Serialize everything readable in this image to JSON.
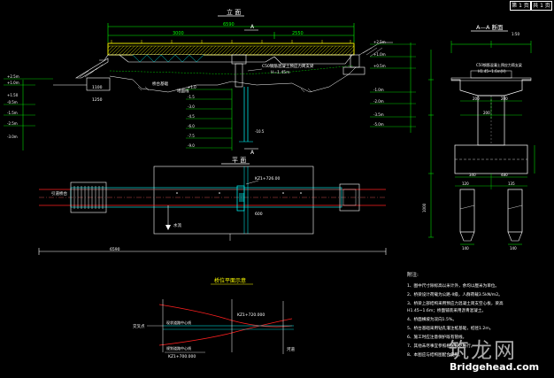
{
  "titleblock": {
    "sheet_a": "第 1 页",
    "sheet_b": "共 1 页"
  },
  "elevation": {
    "title": "立 面",
    "section_mark": "A",
    "dim_total": "6590",
    "dim_left": "3000",
    "dim_right": "2550",
    "dim_base": "1100",
    "dim_pile": "1250",
    "note_pier": "C50钢筋混凝土预应力简支梁",
    "note_pier2": "H=1.45m",
    "note_left": "桥台基础",
    "note_ground": "地面线",
    "elev_left": [
      "+2.5m",
      "+1.0m",
      "+1.50",
      "-0.5m",
      "-1.5m",
      "-2.5m",
      "-3.0m"
    ],
    "elev_center": [
      "+1.0",
      "-1.5",
      "-3.0",
      "-4.5",
      "-6.0",
      "-7.5",
      "-9.0",
      "-10.5"
    ],
    "elev_right": [
      "+2.5m",
      "+1.0m",
      "+0.5m",
      "-1.0m",
      "-2.0m",
      "-3.5m",
      "-5.0m"
    ]
  },
  "section": {
    "title": "A—A 断面",
    "scale": "1:50",
    "note1": "C50钢筋混凝土预应力简支梁",
    "note2": "H1.45~1.6m(H)",
    "dims": [
      "200",
      "200",
      "200",
      "340",
      "480",
      "1000",
      "120",
      "135",
      "140",
      "140"
    ]
  },
  "plan": {
    "title": "平 面",
    "label_left": "引道桥台",
    "label_center": "KZ1+726.00",
    "label_grid": "600",
    "label_arrow": "水流",
    "dim_bottom": "6590"
  },
  "alignment": {
    "title": "桥位平面示意",
    "label_tl": "交叉点",
    "label_kz1": "KZ1+720.000",
    "label_kz2": "KZ1+700.000",
    "label_road1": "现状道路中心线",
    "label_road2": "规划道路中心线",
    "label_river": "河道"
  },
  "notes": {
    "heading": "附注:",
    "items": [
      "1、图中尺寸除标高以米计外，余均以厘米为单位。",
      "2、桥梁设计荷载为公路-II级，人群荷载3.5kN/m2。",
      "3、桥梁上部结构采用预应力混凝土简支空心板，梁高",
      "   H1.45~1.6m；桥面铺装采用沥青混凝土。",
      "4、桥面横坡为双向1.5%。",
      "5、桥台基础采用钻孔灌注桩基础，桩径1.2m。",
      "6、施工时应注意保护既有管线。",
      "7、其他未尽事宜参照相关规范执行。",
      "8、本图应与结构图配合使用。"
    ]
  },
  "watermark": {
    "cn": "筑龙网",
    "en": "Bridgehead.com"
  }
}
